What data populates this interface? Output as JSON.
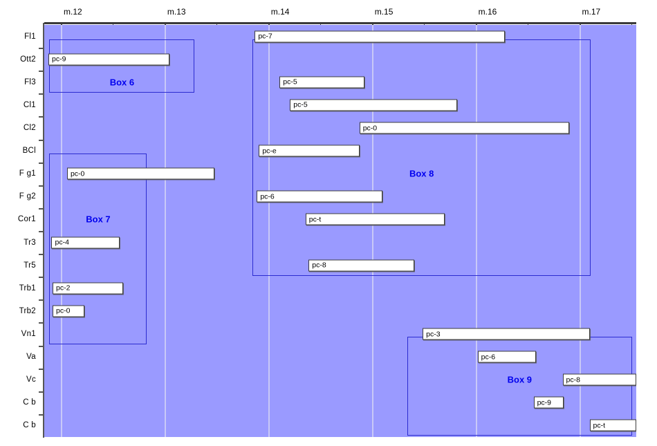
{
  "chart_data": {
    "type": "bar",
    "chart_style": "gantt",
    "title": "",
    "xlabel": "",
    "ylabel": "",
    "xlim": [
      11.84,
      17.55
    ],
    "grid": true,
    "legend": "none",
    "axis": {
      "major_ticks": [
        {
          "label": "m.12",
          "value": 12
        },
        {
          "label": "m.13",
          "value": 13
        },
        {
          "label": "m.14",
          "value": 14
        },
        {
          "label": "m.15",
          "value": 15
        },
        {
          "label": "m.16",
          "value": 16
        },
        {
          "label": "m.17",
          "value": 17
        }
      ],
      "minor_tick_interval": 0.5
    },
    "categories": [
      "Fl1",
      "Ott2",
      "Fl3",
      "Cl1",
      "Cl2",
      "BCl",
      "F g1",
      "F g2",
      "Cor1",
      "Tr3",
      "Tr5",
      "Trb1",
      "Trb2",
      "Vn1",
      "Va",
      "Vc",
      "C b",
      "C b"
    ],
    "bars": [
      {
        "row": "Fl1",
        "label": "pc-7",
        "start": 13.87,
        "end": 16.28
      },
      {
        "row": "Ott2",
        "label": "pc-9",
        "start": 11.88,
        "end": 13.05
      },
      {
        "row": "Fl3",
        "label": "pc-5",
        "start": 14.11,
        "end": 14.93
      },
      {
        "row": "Cl1",
        "label": "pc-5",
        "start": 14.21,
        "end": 15.82
      },
      {
        "row": "Cl2",
        "label": "pc-0",
        "start": 14.88,
        "end": 16.9
      },
      {
        "row": "BCl",
        "label": "pc-e",
        "start": 13.91,
        "end": 14.88
      },
      {
        "row": "F g1",
        "label": "pc-0",
        "start": 12.06,
        "end": 13.48
      },
      {
        "row": "F g2",
        "label": "pc-6",
        "start": 13.89,
        "end": 15.1
      },
      {
        "row": "Cor1",
        "label": "pc-t",
        "start": 14.36,
        "end": 15.7
      },
      {
        "row": "Tr3",
        "label": "pc-4",
        "start": 11.91,
        "end": 12.57
      },
      {
        "row": "Tr5",
        "label": "pc-8",
        "start": 14.39,
        "end": 15.41
      },
      {
        "row": "Trb1",
        "label": "pc-2",
        "start": 11.92,
        "end": 12.6
      },
      {
        "row": "Trb2",
        "label": "pc-0",
        "start": 11.92,
        "end": 12.23
      },
      {
        "row": "Vn1",
        "label": "pc-3",
        "start": 15.49,
        "end": 17.1
      },
      {
        "row": "Va",
        "label": "pc-6",
        "start": 16.02,
        "end": 16.58
      },
      {
        "row": "Vc",
        "label": "pc-8",
        "start": 16.84,
        "end": 17.55
      },
      {
        "row": "C b",
        "label": "pc-9",
        "start": 16.56,
        "end": 16.85
      },
      {
        "row": "C b",
        "label": "pc-t",
        "start": 17.1,
        "end": 17.55
      }
    ],
    "groups": [
      {
        "label": "Box 6",
        "x_start": 11.89,
        "x_end": 13.29,
        "row_start": "Fl1",
        "row_end": "Fl3"
      },
      {
        "label": "Box 7",
        "x_start": 11.89,
        "x_end": 12.83,
        "row_start": "BCl",
        "row_end": "Vn1"
      },
      {
        "label": "Box 8",
        "x_start": 13.85,
        "x_end": 17.11,
        "row_start": "Fl1",
        "row_end": "Tr5"
      },
      {
        "label": "Box 9",
        "x_start": 15.34,
        "x_end": 17.51,
        "row_start": "Vn1",
        "row_end": "C b"
      }
    ],
    "colors": {
      "plot_background": "#9a9aff",
      "gridline": "#c9c9f7",
      "bar_fill": "#ffffff",
      "bar_border": "#3c3c3c",
      "group_border": "#2b2bd0",
      "group_label": "#0000ee",
      "axis": "#3a3a3a",
      "text": "#000000"
    }
  }
}
